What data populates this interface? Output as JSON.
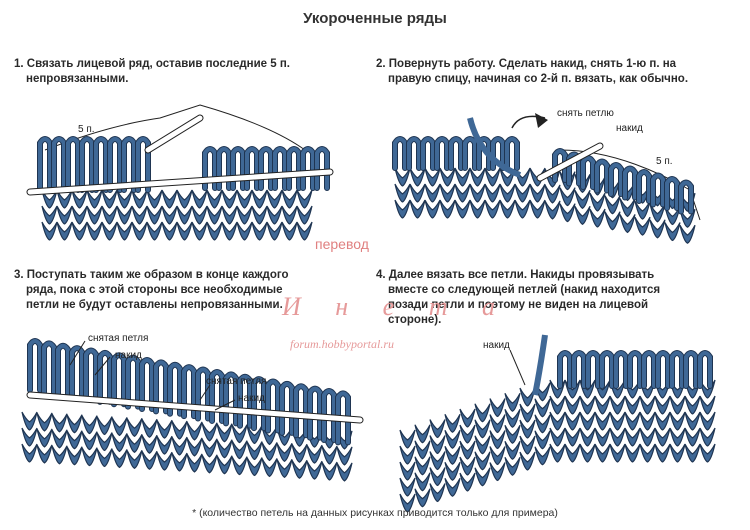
{
  "title": "Укороченные ряды",
  "steps": [
    {
      "text_lines": [
        "1. Связать лицевой ряд, оставив последние 5 п.",
        "непровязанными."
      ]
    },
    {
      "text_lines": [
        "2. Повернуть работу. Сделать накид, снять 1-ю п. на",
        "правую спицу, начиная со 2-й п. вязать, как обычно."
      ]
    },
    {
      "text_lines": [
        "3. Поступать таким же образом в конце каждого",
        "ряда, пока с этой стороны все необходимые",
        "петли не будут оставлены непровязанными."
      ]
    },
    {
      "text_lines": [
        "4. Далее вязать все петли. Накиды провязывать",
        "вместе со следующей петлей (накид находится",
        "позади петли и поэтому не виден на лицевой",
        "стороне)."
      ]
    }
  ],
  "labels": {
    "p1_count": "5 п.",
    "p2_slip": "снять петлю",
    "p2_yo": "накид",
    "p2_count": "5 п.",
    "p3_slip1": "снятая петля",
    "p3_yo1": "накид",
    "p3_slip2": "снятая петля",
    "p3_yo2": "накид",
    "p4_yo": "накид"
  },
  "watermark": {
    "line1": "перевод",
    "line2": "И н е т а",
    "line3": "forum.hobbyportal.ru"
  },
  "footnote": "* (количество петель на данных рисунках приводится только для примера)",
  "colors": {
    "yarn": "#3f6896",
    "yarn_dark": "#1f3552",
    "needle": "#ffffff",
    "watermark": "#e08080"
  }
}
